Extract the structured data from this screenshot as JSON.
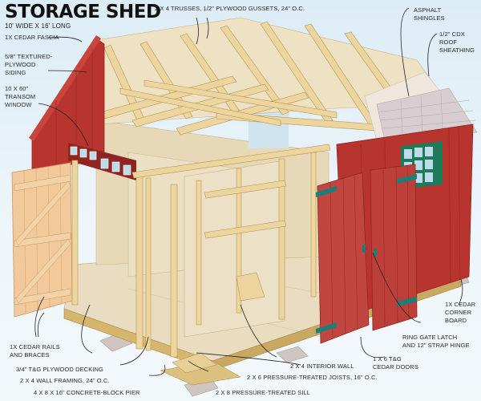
{
  "header": {
    "title": "STORAGE SHED",
    "subtitle": "10' WIDE X 16' LONG"
  },
  "labels": {
    "trusses": "2 X 4 TRUSSES, 1/2\" PLYWOOD GUSSETS, 24\" O.C.",
    "fascia": "1X CEDAR FASCIA",
    "siding_1": "5/8\" TEXTURED-",
    "siding_2": "PLYWOOD",
    "siding_3": "SIDING",
    "transom_1": "10 X 60\"",
    "transom_2": "TRANSOM",
    "transom_3": "WINDOW",
    "shingles_1": "ASPHALT",
    "shingles_2": "SHINGLES",
    "sheathing_1": "1/2\" CDX",
    "sheathing_2": "ROOF",
    "sheathing_3": "SHEATHING",
    "rails_1": "1X CEDAR RAILS",
    "rails_2": "AND BRACES",
    "decking": "3/4\" T&G PLYWOOD DECKING",
    "wall_framing": "2 X 4 WALL FRAMING, 24\" O.C.",
    "pier": "4 X 8 X 16\" CONCRETE-BLOCK PIER",
    "interior_wall": "2 X 4 INTERIOR WALL",
    "joists": "2 X 6 PRESSURE-TREATED JOISTS, 16\" O.C.",
    "sill": "2 X 8 PRESSURE-TREATED SILL",
    "doors_1": "1 X 6 T&G",
    "doors_2": "CEDAR DOORS",
    "latch_1": "RING GATE LATCH",
    "latch_2": "AND 12\" STRAP HINGE",
    "corner_1": "1X CEDAR",
    "corner_2": "CORNER",
    "corner_3": "BOARD"
  },
  "colors": {
    "sky": "#dcecf5",
    "lumber": "#e8cf96",
    "lumber_dark": "#c9a862",
    "plywood": "#e9dcc0",
    "siding_red": "#b8342e",
    "siding_red_dark": "#8f2521",
    "shingle": "#d8cdd0",
    "window_trim": "#1f7a5a",
    "hinge": "#1b7f7a",
    "pier": "#cfc6c2"
  }
}
